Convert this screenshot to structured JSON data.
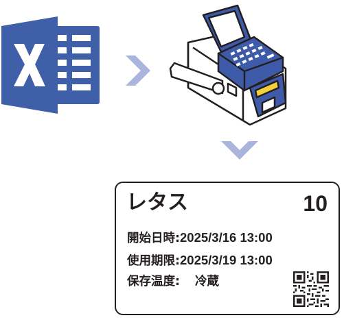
{
  "colors": {
    "excel_blue": "#3f5fa8",
    "excel_light": "#ffffff",
    "arrow": "#a9b5dd",
    "printer_blue": "#3e5ba9",
    "printer_yellow": "#f4d03a",
    "ink": "#231f20"
  },
  "icons": {
    "excel": "excel-logo-icon",
    "arrow_right": "chevron-right-icon",
    "printer": "label-printer-icon",
    "arrow_down": "chevron-down-icon",
    "qr": "qr-code-icon"
  },
  "label": {
    "name": "レタス",
    "quantity": "10",
    "start_key": "開始日時:",
    "start_value": "2025/3/16 13:00",
    "expiry_key": "使用期限:",
    "expiry_value": "2025/3/19 13:00",
    "storage_key": "保存温度:",
    "storage_value": "冷蔵"
  }
}
